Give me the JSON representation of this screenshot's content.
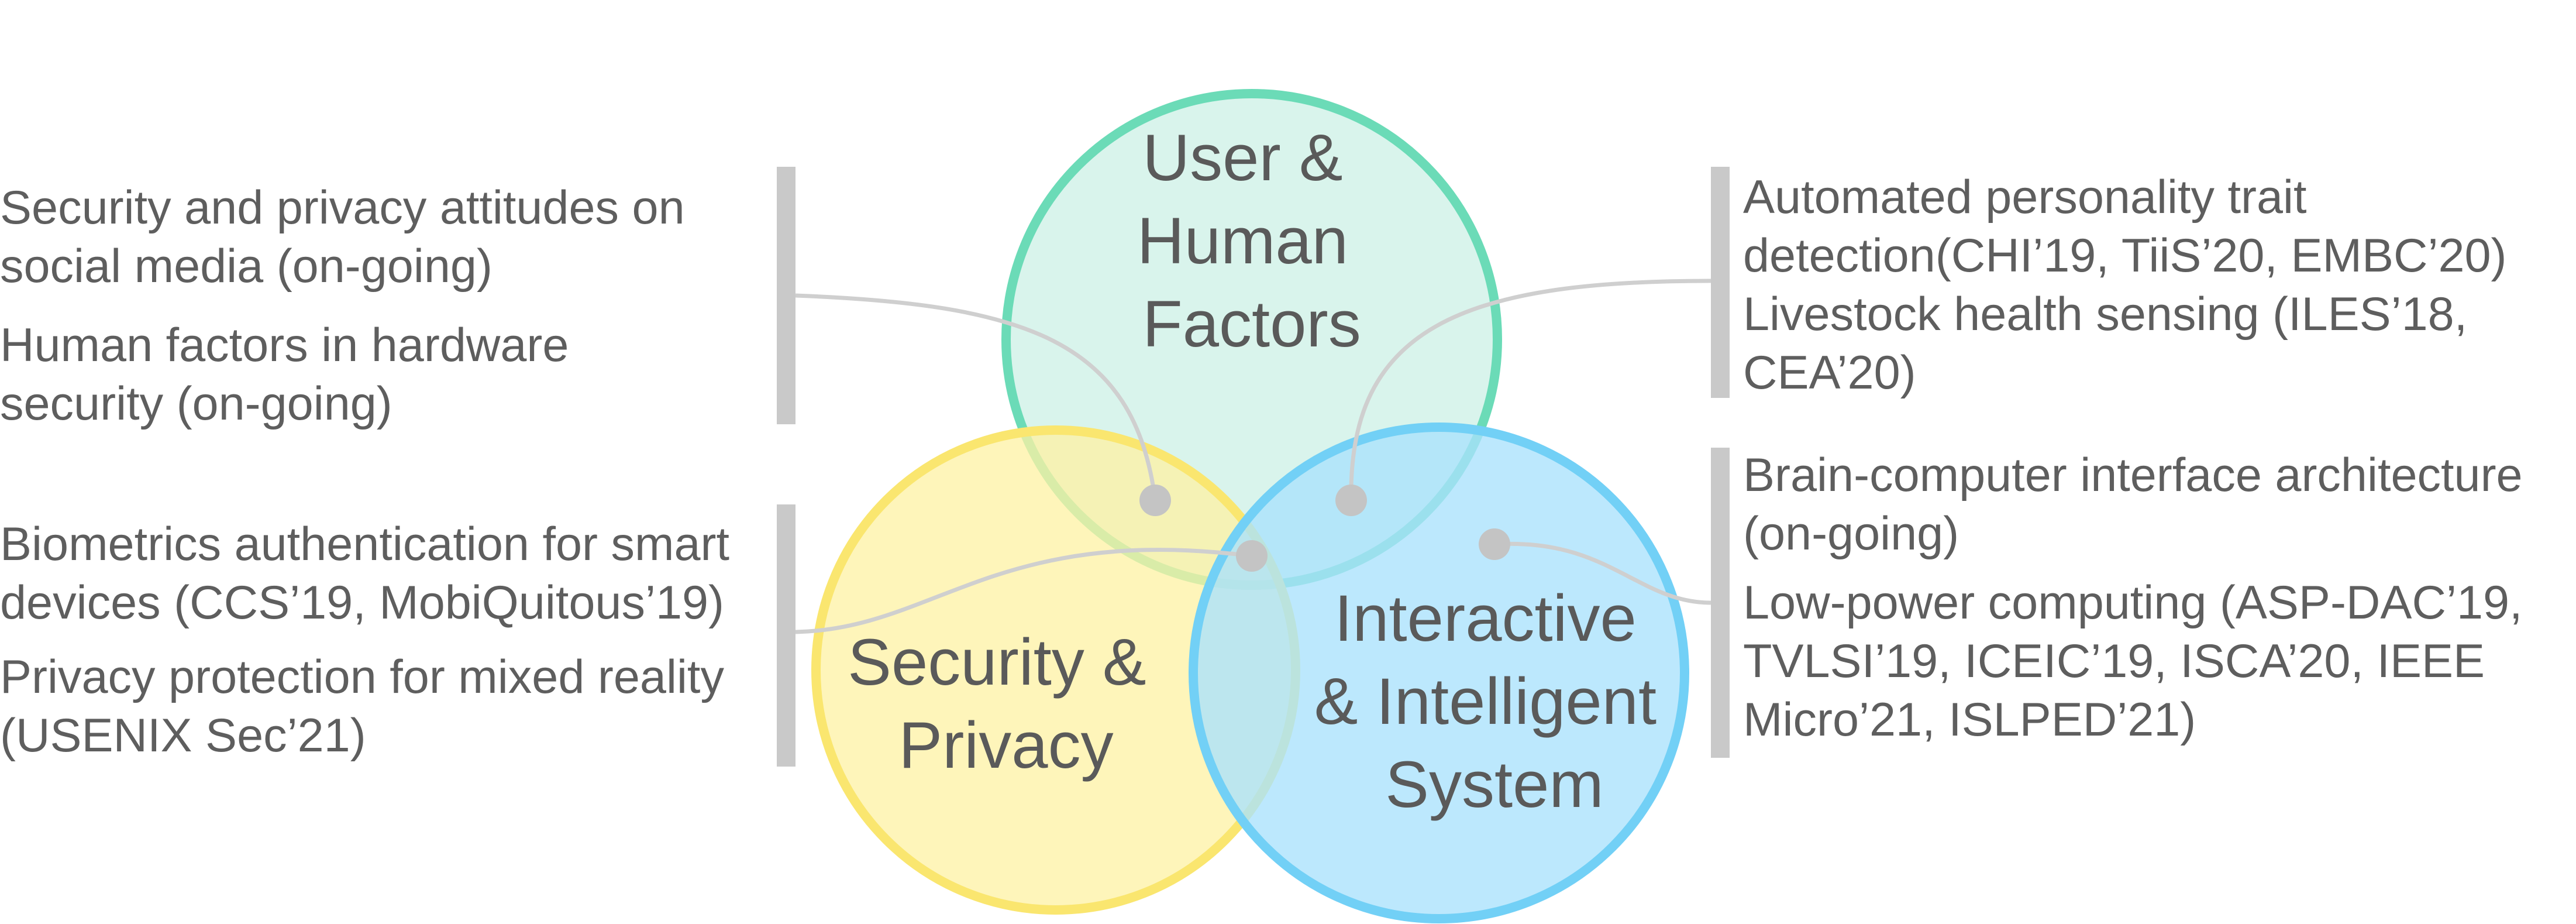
{
  "circles": {
    "user_human_factors": {
      "lines": [
        "User &",
        "Human",
        "Factors"
      ],
      "fill": "#d6f3ea",
      "stroke": "#6bdbb7"
    },
    "security_privacy": {
      "lines": [
        "Security &",
        "Privacy"
      ],
      "fill": "#fdf5b6",
      "stroke": "#fae66f"
    },
    "interactive_intelligent_system": {
      "lines": [
        "Interactive",
        "& Intelligent",
        "System"
      ],
      "fill": "#b7e7fd",
      "stroke": "#72d0f6"
    }
  },
  "notes": {
    "top_left": [
      {
        "lines": [
          "Security and privacy attitudes on",
          "social media (on-going)"
        ]
      },
      {
        "lines": [
          "Human factors in hardware",
          "security (on-going)"
        ]
      }
    ],
    "bottom_left": [
      {
        "lines": [
          "Biometrics authentication for smart",
          "devices (CCS’19, MobiQuitous’19)"
        ]
      },
      {
        "lines": [
          "Privacy protection for mixed reality",
          "(USENIX Sec’21)"
        ]
      }
    ],
    "top_right": [
      {
        "lines": [
          "Automated personality trait",
          "detection(CHI’19, TiiS’20, EMBC’20)"
        ]
      },
      {
        "lines": [
          "Livestock health sensing (ILES’18,",
          "CEA’20)"
        ]
      }
    ],
    "bottom_right": [
      {
        "lines": [
          "Brain-computer interface architecture",
          "(on-going)"
        ]
      },
      {
        "lines": [
          "Low-power computing (ASP-DAC’19,",
          "TVLSI’19, ICEIC’19, ISCA’20, IEEE",
          "Micro’21, ISLPED’21)"
        ]
      }
    ]
  },
  "colors": {
    "text": "#5e5e5e",
    "bar": "#c9c9c9",
    "connector": "#cfcfcf",
    "dot": "#c4c4c4"
  }
}
